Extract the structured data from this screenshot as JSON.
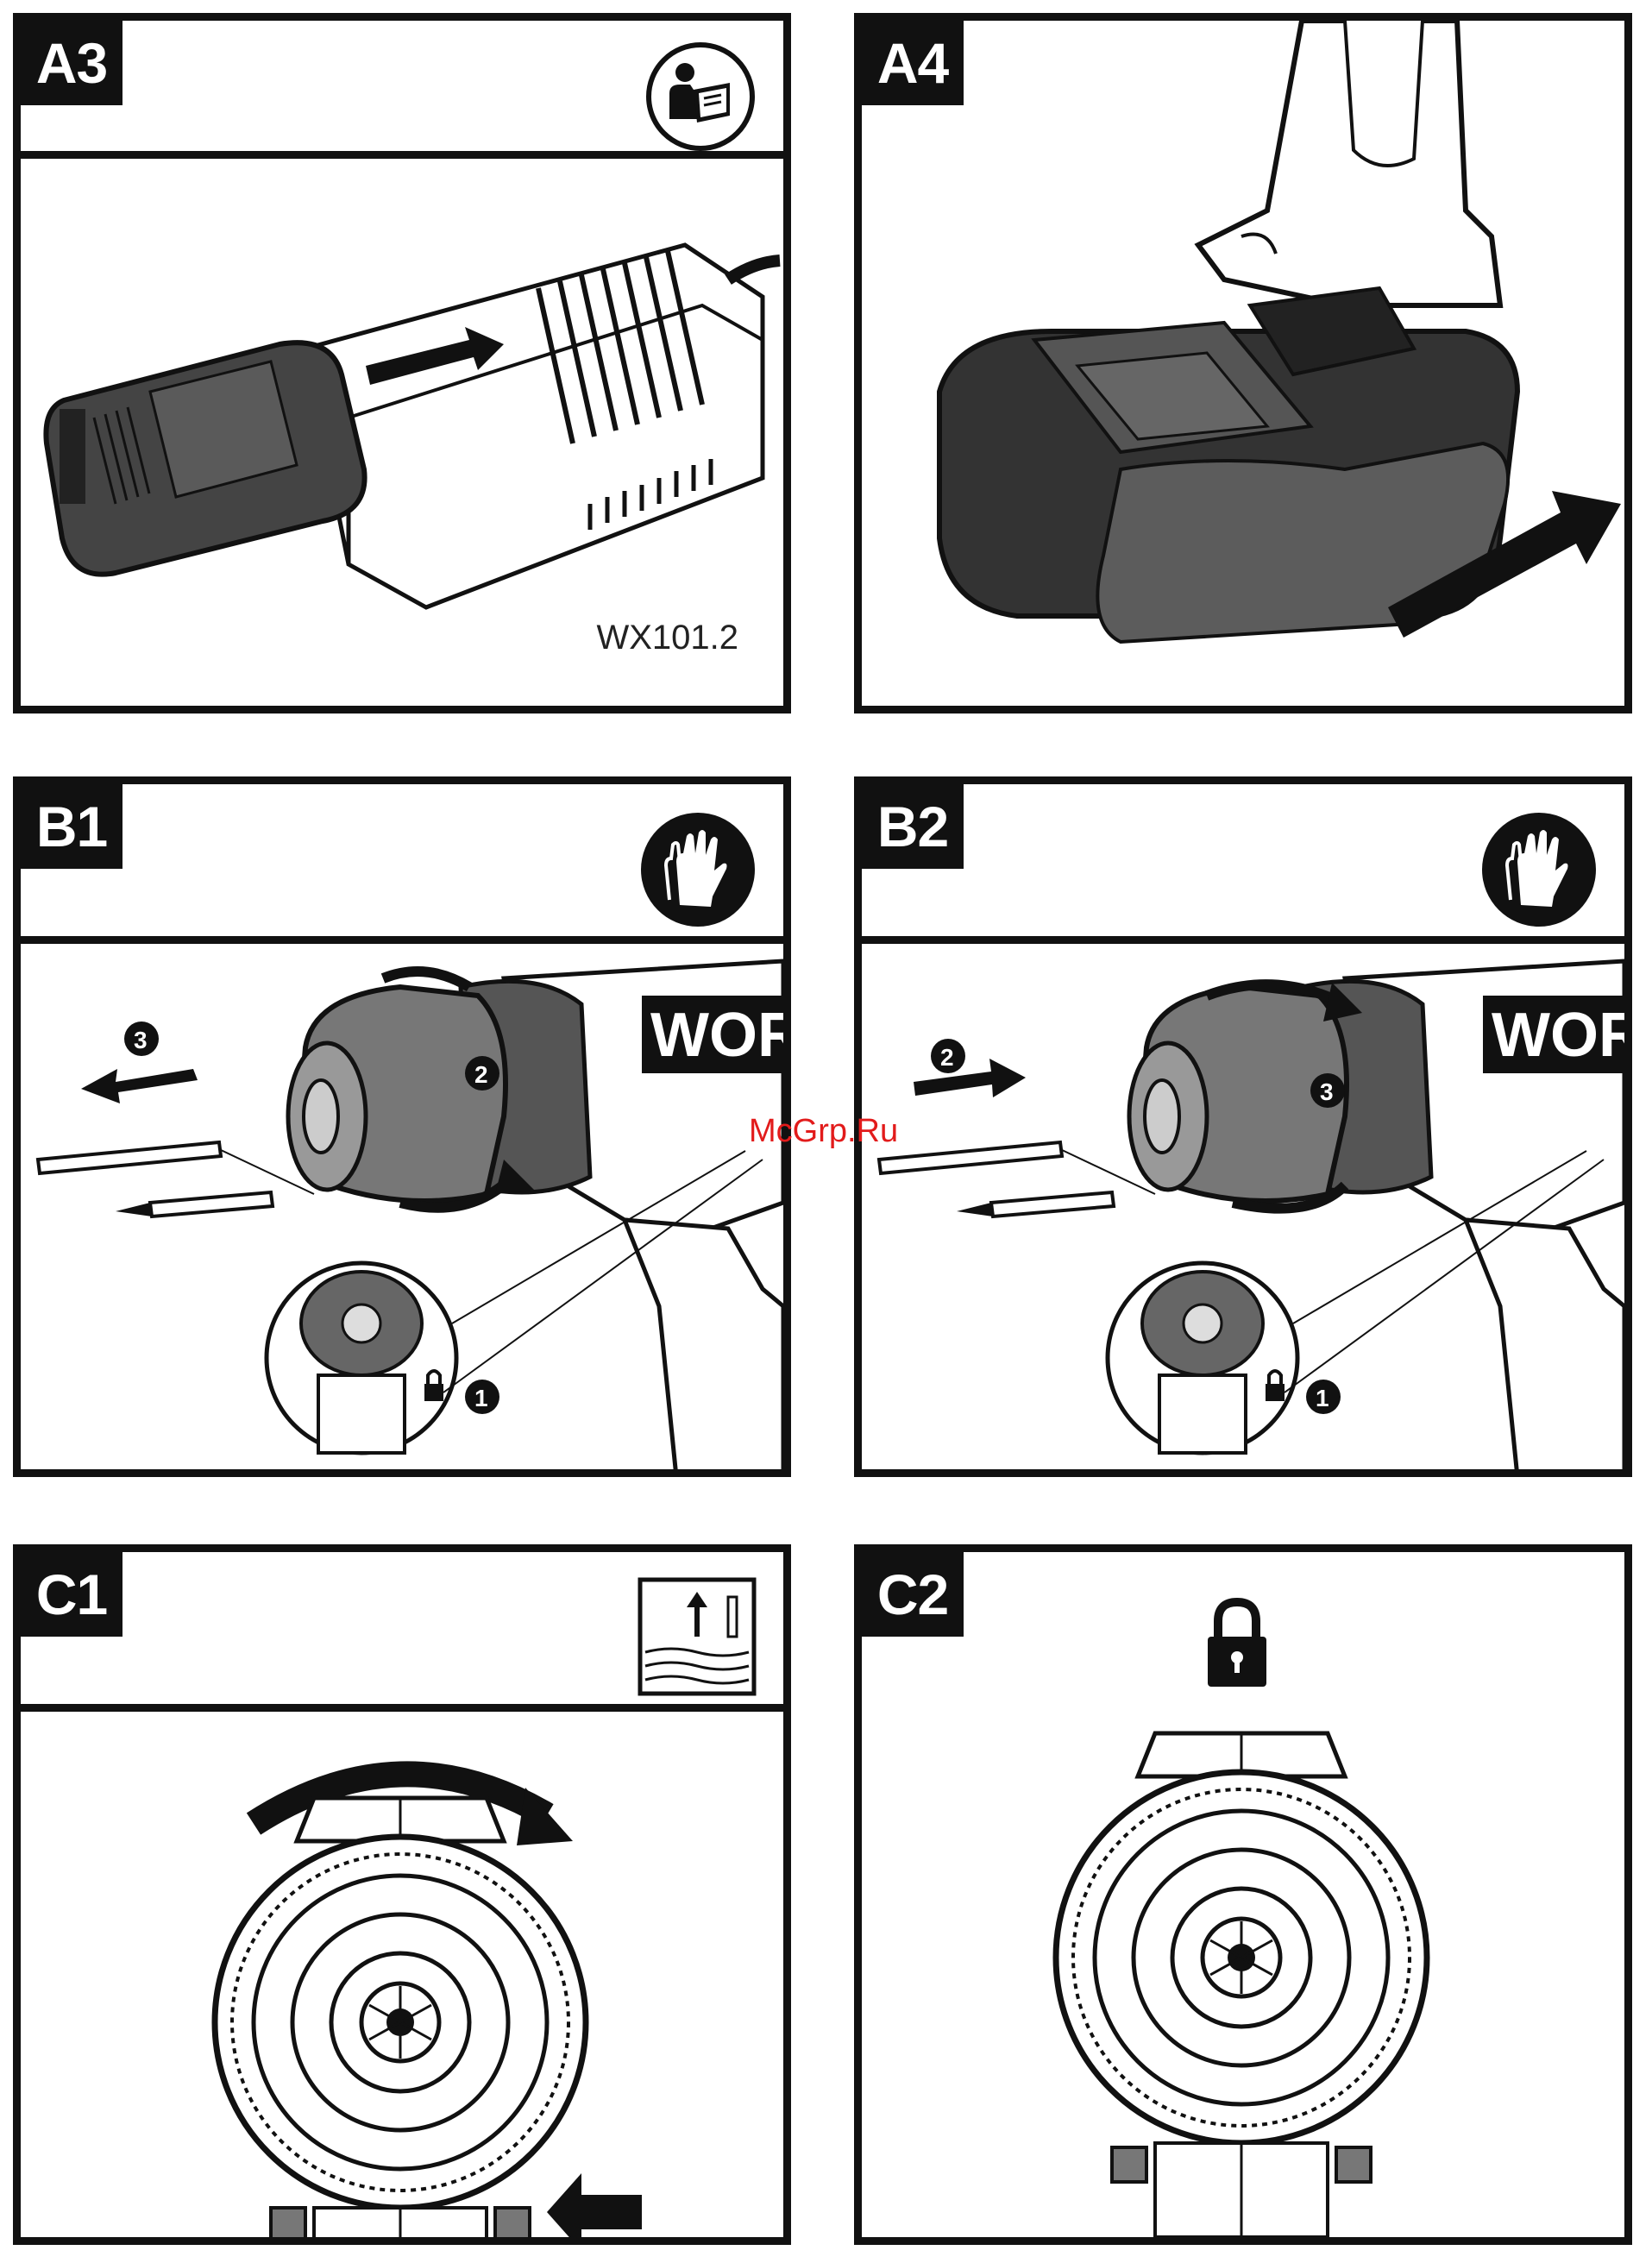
{
  "panels": {
    "a3": {
      "label": "A3",
      "model_code": "WX101.2",
      "header_icon": "read-manual-icon"
    },
    "a4": {
      "label": "A4"
    },
    "b1": {
      "label": "B1",
      "header_icon": "gloves-icon",
      "steps": [
        "1",
        "2",
        "3"
      ]
    },
    "b2": {
      "label": "B2",
      "header_icon": "gloves-icon",
      "steps": [
        "1",
        "2",
        "3"
      ]
    },
    "c1": {
      "label": "C1",
      "header_icon": "tighten-depth-icon"
    },
    "c2": {
      "label": "C2",
      "header_icon": "padlock-icon"
    }
  },
  "brand_text": "WOR",
  "watermark": "McGrp.Ru",
  "colors": {
    "ink": "#111111",
    "watermark": "#e21b1b",
    "paper": "#ffffff"
  }
}
